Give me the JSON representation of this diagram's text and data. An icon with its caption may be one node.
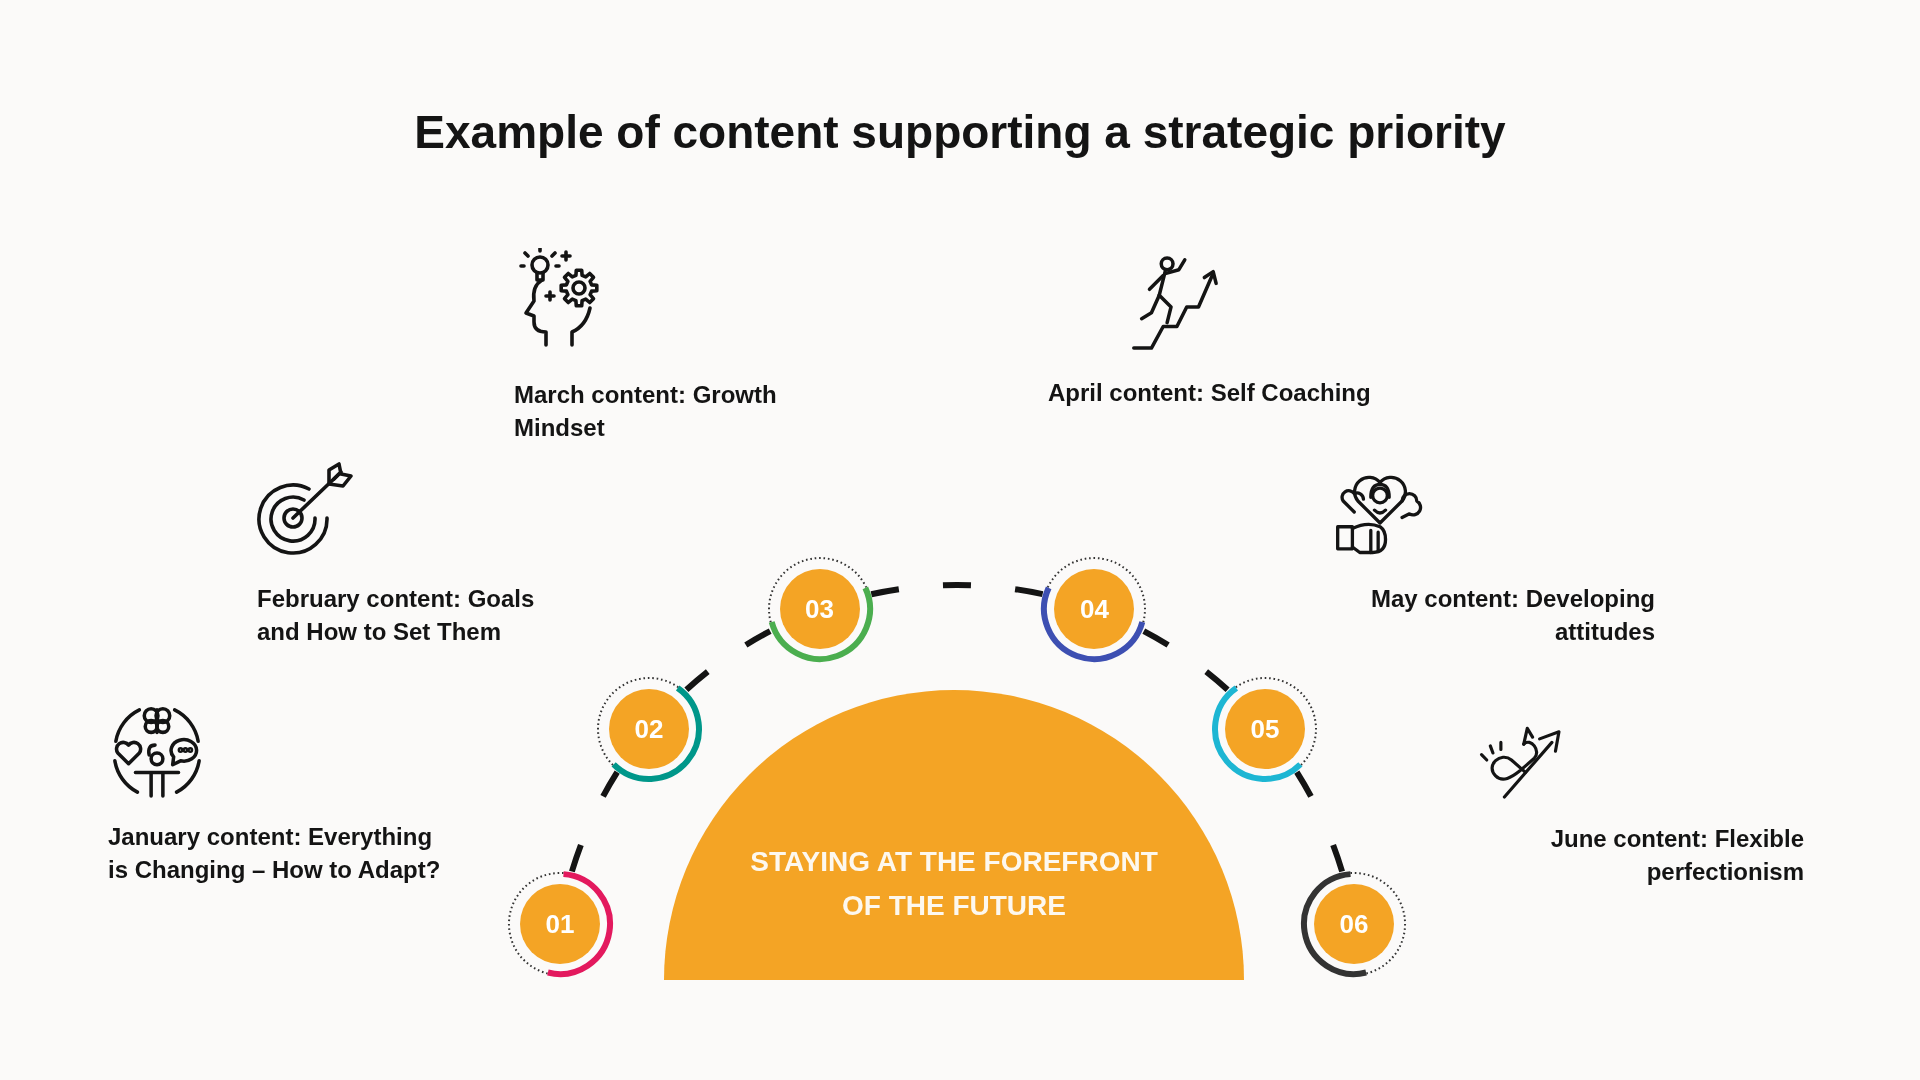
{
  "diagram": {
    "title": "Example of content supporting a strategic priority",
    "nodes": [
      {
        "text": [
          "STAYING AT THE FOREFRONT OF THE FUTURE"
        ]
      },
      {
        "text": [
          "01"
        ]
      },
      {
        "text": [
          "02"
        ]
      },
      {
        "text": [
          "03"
        ]
      },
      {
        "text": [
          "04"
        ]
      },
      {
        "text": [
          "05"
        ]
      },
      {
        "text": [
          "06"
        ]
      }
    ],
    "edges": [
      {
        "from": 1,
        "to": 2,
        "arrow": "none",
        "style": "dashed"
      },
      {
        "from": 2,
        "to": 3,
        "arrow": "none",
        "style": "dashed"
      },
      {
        "from": 3,
        "to": 4,
        "arrow": "none",
        "style": "dashed"
      },
      {
        "from": 4,
        "to": 5,
        "arrow": "none",
        "style": "dashed"
      },
      {
        "from": 5,
        "to": 6,
        "arrow": "none",
        "style": "dashed"
      }
    ],
    "labels": [
      "March content: Growth Mindset",
      "April content: Self Coaching",
      "February content: Goals and How to Set Them",
      "May content: Developing attitudes",
      "January content: Everything is Changing – How to Adapt?",
      "June content: Flexible perfectionism"
    ]
  }
}
